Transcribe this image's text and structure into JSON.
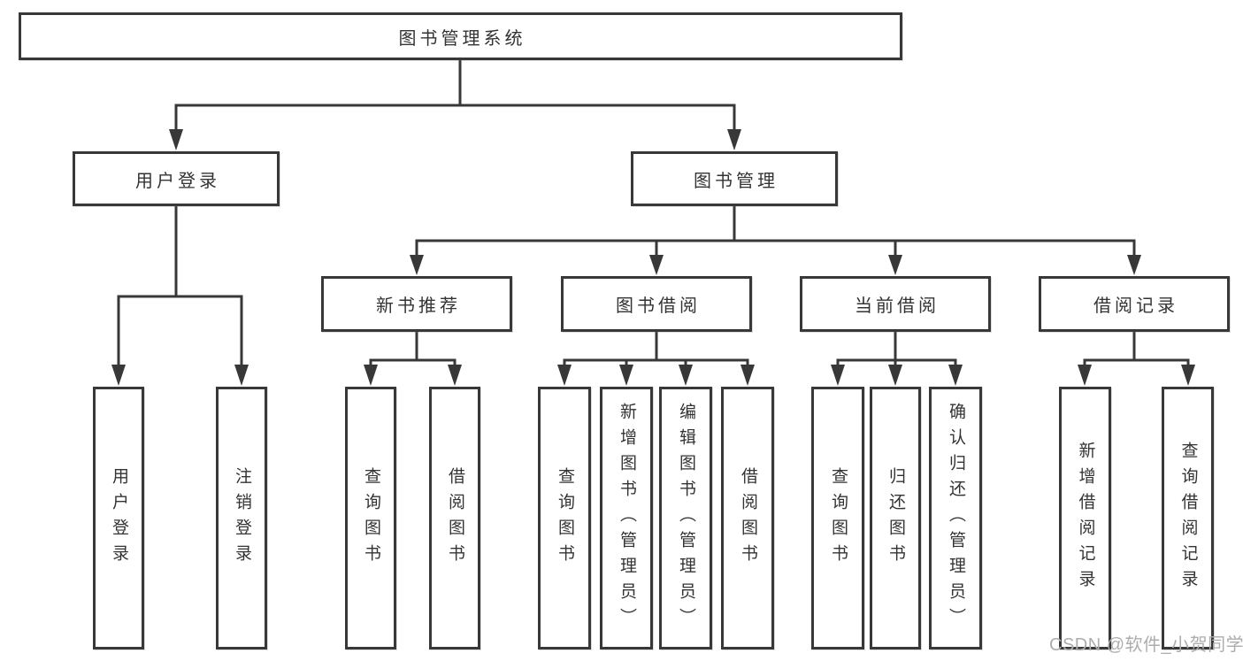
{
  "diagram": {
    "root": {
      "label": "图书管理系统"
    },
    "level2": {
      "user_login": {
        "label": "用户登录"
      },
      "book_management": {
        "label": "图书管理"
      }
    },
    "level3": {
      "new_books": {
        "label": "新书推荐"
      },
      "book_borrowing": {
        "label": "图书借阅"
      },
      "current_borrowing": {
        "label": "当前借阅"
      },
      "borrow_records": {
        "label": "借阅记录"
      }
    },
    "leaves": {
      "user_login": [
        "用户登录",
        "注销登录"
      ],
      "new_books": [
        "查询图书",
        "借阅图书"
      ],
      "book_borrowing": [
        "查询图书",
        "新增图书（管理员）",
        "编辑图书（管理员）",
        "借阅图书"
      ],
      "current_borrowing": [
        "查询图书",
        "归还图书",
        "确认归还（管理员）"
      ],
      "borrow_records": [
        "新增借阅记录",
        "查询借阅记录"
      ]
    },
    "colors": {
      "line": "#383838",
      "text": "#333333",
      "background": "#ffffff"
    }
  },
  "watermark": {
    "text": "CSDN @软件_小贺同学",
    "color": "#adadad"
  }
}
